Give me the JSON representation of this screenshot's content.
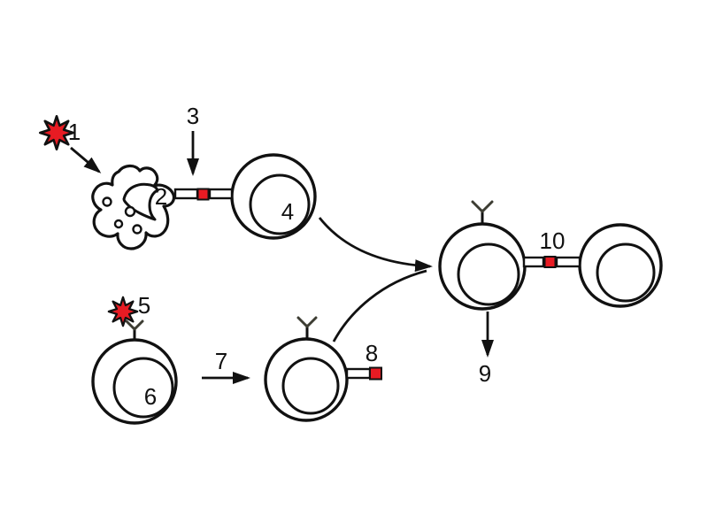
{
  "labels": {
    "1": "1",
    "2": "2",
    "3": "3",
    "4": "4",
    "5": "5",
    "6": "6",
    "7": "7",
    "8": "8",
    "9": "9",
    "10": "10"
  },
  "colors": {
    "antigen_red": "#e81b23",
    "line": "#111111",
    "cell_fill": "#ffffff",
    "receptor_arm": "#3d3d33",
    "background": "#ffffff"
  },
  "icons": {
    "starburst": "8-point red starburst (antigen)",
    "y_receptor": "Y-shaped surface receptor",
    "red_square": "red square binding site",
    "white_bar": "white rectangular connector stalk"
  }
}
